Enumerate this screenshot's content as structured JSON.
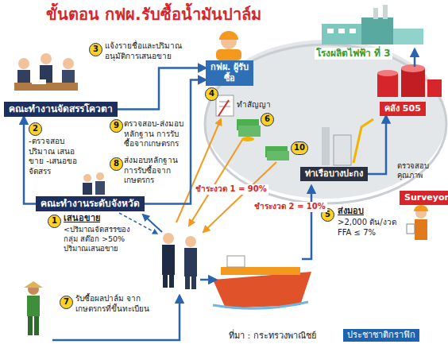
{
  "diagram": {
    "title": "ขั้นตอน กฟผ.รับซื้อน้ำมันปาล์ม",
    "caption": "ที่มา : กระทรวงพาณิชย์",
    "nodes": [
      {
        "text": [
          "คณะทำงานจัดสรรโควตา"
        ]
      },
      {
        "text": [
          "คณะทำงานระดับจังหวัด"
        ]
      },
      {
        "text": [
          "กฟผ. ผู้รับซื้อ"
        ]
      },
      {
        "text": [
          "คลัง 505"
        ]
      },
      {
        "text": [
          "ท่าเรือบางปะกง"
        ]
      },
      {
        "text": [
          "Surveyor"
        ]
      }
    ],
    "edges": [
      {
        "from": 0,
        "to": 2,
        "arrow": "to",
        "label": "แจ้งรายชื่อและปริมาณ อนุมัติการเสนอขาย"
      },
      {
        "from": 1,
        "to": 0,
        "arrow": "to",
        "label": "-ตรวจสอบปริมาณ เสนอขาย -เสนอขอจัดสรร"
      },
      {
        "from": 1,
        "to": 2,
        "arrow": "to",
        "label": "ตรวจสอบ-ส่งมอบหลักฐาน การรับซื้อจากเกษตรกร"
      },
      {
        "from": 4,
        "to": 3,
        "arrow": "to"
      }
    ],
    "labels": [
      "1",
      "เสนอขาย",
      "<ปริมาณจัดสรรของกลุ่ม สต๊อก >50% ปริมาณเสนอขาย",
      "2",
      "3",
      "4",
      "ทำสัญญา",
      "5",
      "ส่งมอบ",
      ">2,000 ตัน/งวด FFA ≤ 7%",
      "6",
      "7",
      "รับซื้อผลปาล์ม จากเกษตรกรที่ขึ้นทะเบียน",
      "8",
      "ส่งมอบหลักฐาน การรับซื้อจากเกษตรกร",
      "9",
      "10",
      "ชำระงวด 1 = 90%",
      "ชำระงวด 2 = 10%",
      "ตรวจสอบ คุณภาพ",
      "โรงผลิตไฟฟ้า ที่ 3",
      "ประชาชาติกราฟิก"
    ]
  }
}
